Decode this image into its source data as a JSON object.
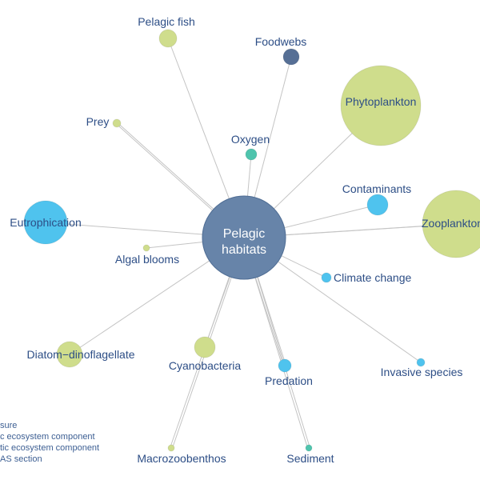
{
  "center": {
    "label_line1": "Pelagic",
    "label_line2": "habitats",
    "color": "#6784a9"
  },
  "colors": {
    "biotic": "#cfdd8c",
    "pressure": "#4fc3ee",
    "abiotic": "#4fc4ad",
    "holas": "#566f95",
    "edge": "#c4c4c4",
    "text": "#2d4e86"
  },
  "nodes": [
    {
      "id": "pelagic-fish",
      "label": "Pelagic fish",
      "type": "biotic"
    },
    {
      "id": "foodwebs",
      "label": "Foodwebs",
      "type": "holas"
    },
    {
      "id": "phytoplankton",
      "label": "Phytoplankton",
      "type": "biotic"
    },
    {
      "id": "prey",
      "label": "Prey",
      "type": "biotic"
    },
    {
      "id": "oxygen",
      "label": "Oxygen",
      "type": "abiotic"
    },
    {
      "id": "contaminants",
      "label": "Contaminants",
      "type": "pressure"
    },
    {
      "id": "zooplankton",
      "label": "Zooplankton",
      "type": "biotic"
    },
    {
      "id": "eutrophication",
      "label": "Eutrophication",
      "type": "pressure"
    },
    {
      "id": "algal-blooms",
      "label": "Algal blooms",
      "type": "biotic"
    },
    {
      "id": "climate-change",
      "label": "Climate change",
      "type": "pressure"
    },
    {
      "id": "diatom-dinoflagellate",
      "label": "Diatom−dinoflagellate",
      "type": "biotic"
    },
    {
      "id": "cyanobacteria",
      "label": "Cyanobacteria",
      "type": "biotic"
    },
    {
      "id": "predation",
      "label": "Predation",
      "type": "pressure"
    },
    {
      "id": "invasive-species",
      "label": "Invasive species",
      "type": "pressure"
    },
    {
      "id": "macrozoobenthos",
      "label": "Macrozoobenthos",
      "type": "biotic"
    },
    {
      "id": "sediment",
      "label": "Sediment",
      "type": "abiotic"
    }
  ],
  "legend": [
    "sure",
    "c ecosystem component",
    "tic ecosystem component",
    "AS section"
  ]
}
